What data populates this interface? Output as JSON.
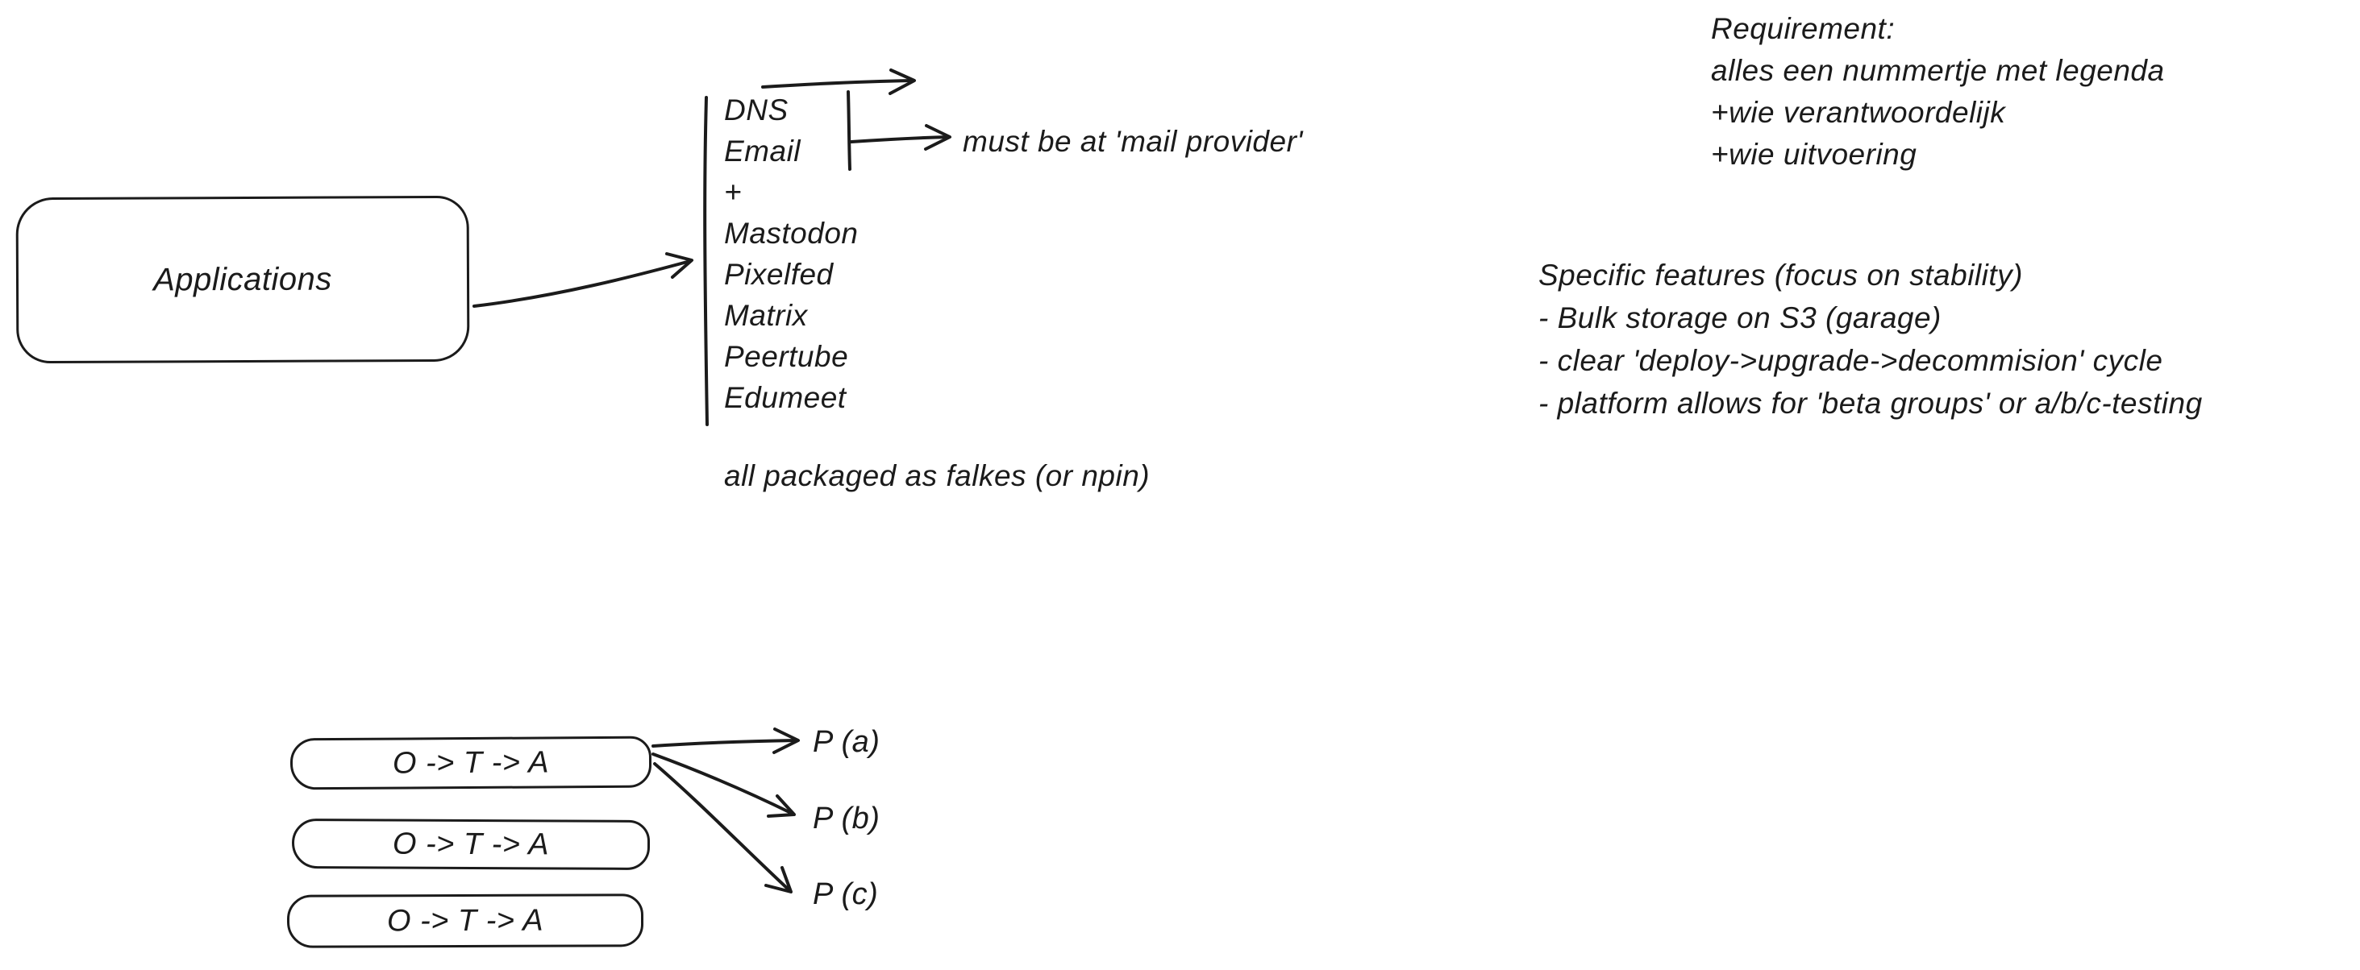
{
  "colors": {
    "ink": "#1b1b1b",
    "background": "#ffffff"
  },
  "applications_box": {
    "label": "Applications"
  },
  "services": {
    "items": [
      "DNS",
      "Email",
      "+",
      "Mastodon",
      "Pixelfed",
      "Matrix",
      "Peertube",
      "Edumeet"
    ]
  },
  "notes": {
    "mail_provider": "must be at 'mail provider'",
    "packaging": "all packaged as falkes (or npin)"
  },
  "requirements": {
    "lines": [
      "Requirement:",
      "alles een nummertje met legenda",
      "+wie verantwoordelijk",
      "+wie uitvoering"
    ]
  },
  "features": {
    "lines": [
      "Specific features (focus on stability)",
      "- Bulk storage on S3 (garage)",
      "- clear 'deploy->upgrade->decommision' cycle",
      "- platform allows for 'beta groups' or a/b/c-testing"
    ]
  },
  "pipeline": {
    "boxes": [
      "O -> T -> A",
      "O -> T -> A",
      "O -> T -> A"
    ],
    "outputs": [
      "P (a)",
      "P (b)",
      "P (c)"
    ]
  }
}
